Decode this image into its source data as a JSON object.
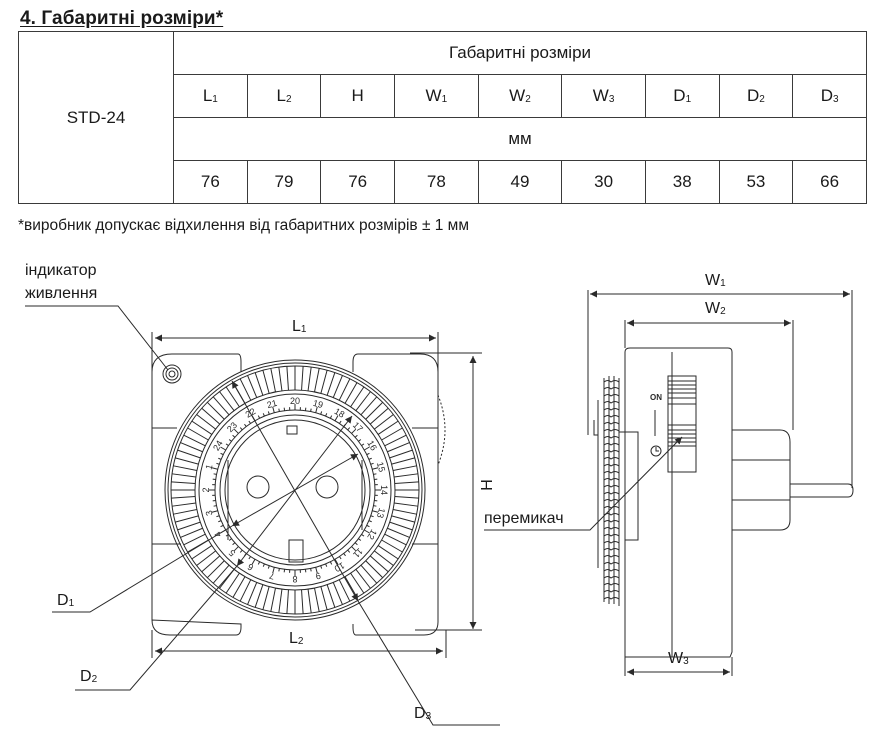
{
  "section": {
    "title": "4. Габаритні розміри*"
  },
  "table": {
    "model": "STD-24",
    "group_header": "Габаритні розміри",
    "columns": [
      {
        "base": "L",
        "sub": "1"
      },
      {
        "base": "L",
        "sub": "2"
      },
      {
        "base": "H",
        "sub": ""
      },
      {
        "base": "W",
        "sub": "1"
      },
      {
        "base": "W",
        "sub": "2"
      },
      {
        "base": "W",
        "sub": "3"
      },
      {
        "base": "D",
        "sub": "1"
      },
      {
        "base": "D",
        "sub": "2"
      },
      {
        "base": "D",
        "sub": "3"
      }
    ],
    "unit": "мм",
    "values": [
      "76",
      "79",
      "76",
      "78",
      "49",
      "30",
      "38",
      "53",
      "66"
    ]
  },
  "footnote": "*виробник допускає відхилення від габаритних розмірів ± 1 мм",
  "drawing": {
    "front_view": {
      "callout_indicator_line1": "індикатор",
      "callout_indicator_line2": "живлення",
      "dim_L1": {
        "base": "L",
        "sub": "1"
      },
      "dim_L2": {
        "base": "L",
        "sub": "2"
      },
      "dim_H": "H",
      "dim_D1": {
        "base": "D",
        "sub": "1"
      },
      "dim_D2": {
        "base": "D",
        "sub": "2"
      },
      "dim_D3": {
        "base": "D",
        "sub": "3"
      },
      "dial_numbers": [
        "1",
        "2",
        "3",
        "4",
        "5",
        "6",
        "7",
        "8",
        "9",
        "10",
        "11",
        "12",
        "13",
        "14",
        "15",
        "16",
        "17",
        "18",
        "19",
        "20",
        "21",
        "22",
        "23",
        "24"
      ]
    },
    "side_view": {
      "dim_W1": {
        "base": "W",
        "sub": "1"
      },
      "dim_W2": {
        "base": "W",
        "sub": "2"
      },
      "dim_W3": {
        "base": "W",
        "sub": "3"
      },
      "switch_on_label": "ON",
      "callout_switch": "перемикач"
    }
  },
  "colors": {
    "line": "#2a2a2a",
    "text": "#1a1a1a",
    "background": "#ffffff"
  }
}
